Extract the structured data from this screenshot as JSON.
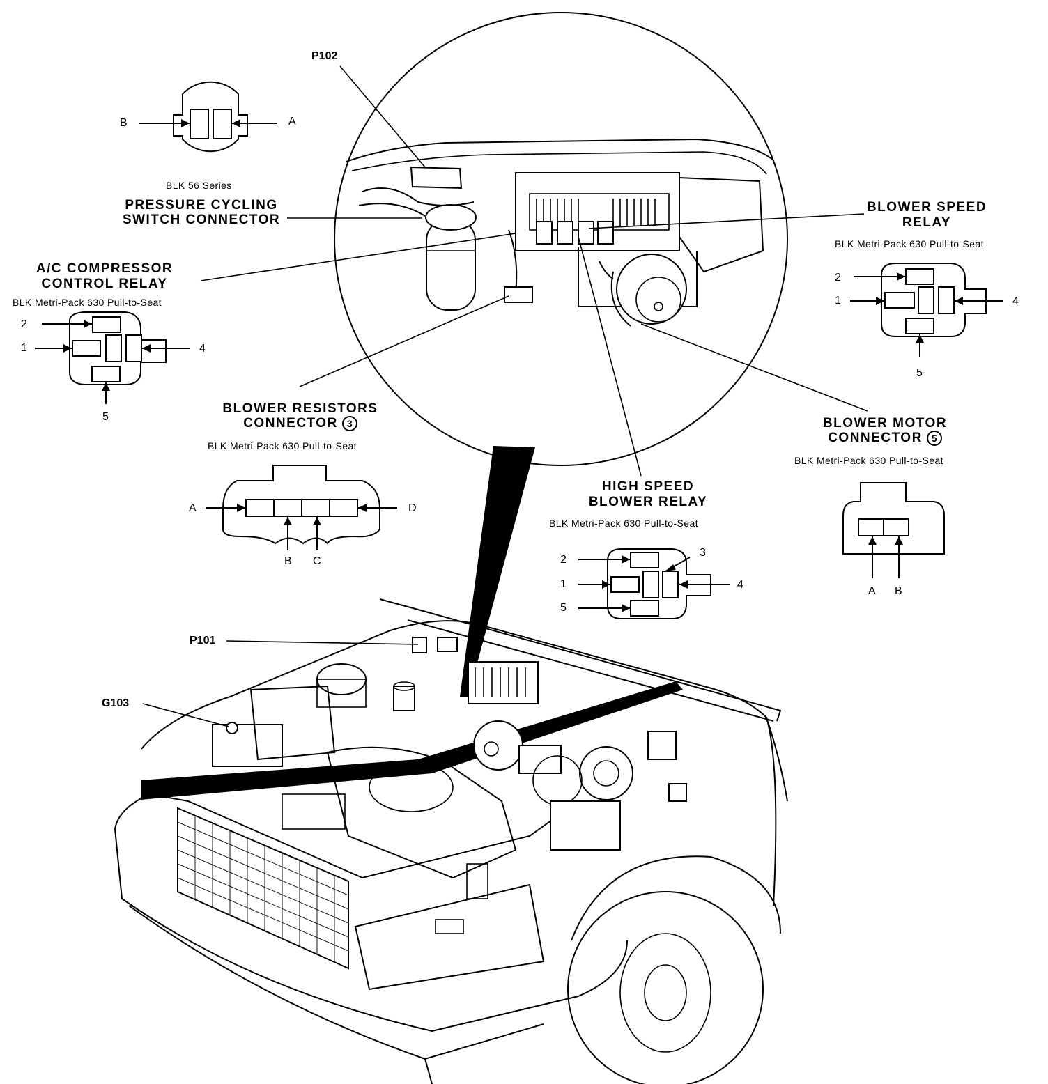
{
  "labels": {
    "p102": "P102",
    "p101": "P101",
    "g103": "G103",
    "pressure_cycling": {
      "series": "BLK 56 Series",
      "line1": "PRESSURE CYCLING",
      "line2": "SWITCH CONNECTOR",
      "pin_b": "B",
      "pin_a": "A"
    },
    "ac_compressor_relay": {
      "line1": "A/C COMPRESSOR",
      "line2": "CONTROL RELAY",
      "series": "BLK Metri-Pack 630 Pull-to-Seat",
      "pins": [
        "2",
        "1",
        "4",
        "5"
      ]
    },
    "blower_speed_relay": {
      "line1": "BLOWER SPEED",
      "line2": "RELAY",
      "series": "BLK Metri-Pack 630 Pull-to-Seat",
      "pins": [
        "2",
        "1",
        "4",
        "5"
      ]
    },
    "blower_resistors": {
      "line1": "BLOWER RESISTORS",
      "line2": "CONNECTOR",
      "ref": "3",
      "series": "BLK Metri-Pack 630 Pull-to-Seat",
      "pins": [
        "A",
        "D",
        "B",
        "C"
      ]
    },
    "high_speed_relay": {
      "line1": "HIGH SPEED",
      "line2": "BLOWER RELAY",
      "series": "BLK Metri-Pack 630 Pull-to-Seat",
      "pins": [
        "2",
        "3",
        "1",
        "4",
        "5"
      ]
    },
    "blower_motor": {
      "line1": "BLOWER MOTOR",
      "line2": "CONNECTOR",
      "ref": "5",
      "series": "BLK Metri-Pack 630 Pull-to-Seat",
      "pins": [
        "A",
        "B"
      ]
    }
  }
}
